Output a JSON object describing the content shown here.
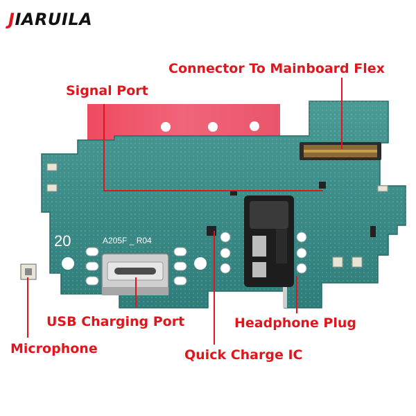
{
  "brand": {
    "first_letter": "J",
    "rest": "IARUILA"
  },
  "labels": {
    "connector": "Connector To Mainboard Flex",
    "signal_port": "Signal Port",
    "usb_port": "USB Charging Port",
    "headphone": "Headphone Plug",
    "microphone": "Microphone",
    "quick_charge": "Quick Charge IC"
  },
  "board_text": {
    "model": "A205F _ R04",
    "number": "20"
  },
  "colors": {
    "accent": "#e1151b",
    "pcb": "#3e8f8c",
    "flex": "#e8485a",
    "connector": "#7a5a2a"
  }
}
